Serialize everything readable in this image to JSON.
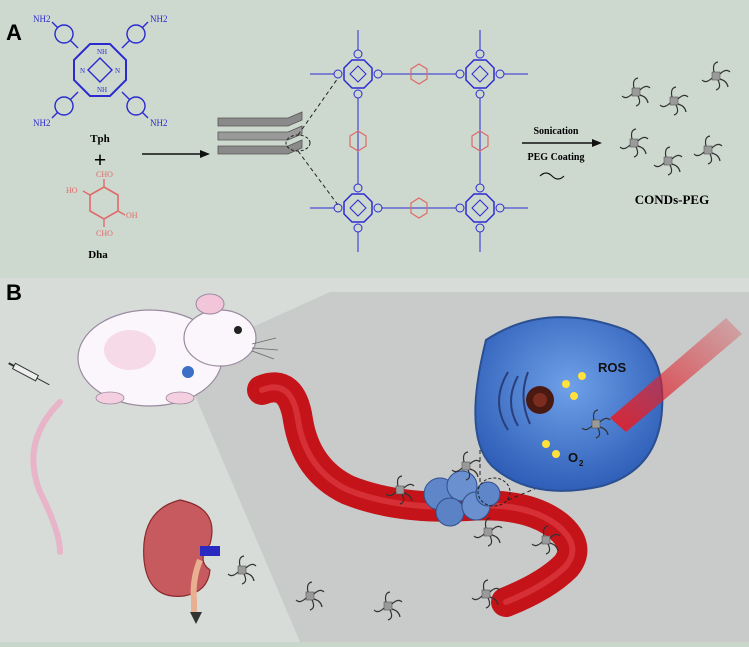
{
  "panels": {
    "a": {
      "label": "A"
    },
    "b": {
      "label": "B"
    }
  },
  "scheme": {
    "monomer1": {
      "name": "Tph",
      "amine": "NH2",
      "nh": "NH",
      "n": "N",
      "color": "#2b2bd0"
    },
    "plus": "+",
    "monomer2": {
      "name": "Dha",
      "cho": "CHO",
      "ho": "HO",
      "oh": "OH",
      "color": "#e06a6a"
    },
    "step_top": "Sonication",
    "step_bottom": "PEG Coating",
    "product": "CONDs-PEG"
  },
  "biology": {
    "ros": "ROS",
    "o2": "O",
    "o2_sub": "2"
  },
  "colors": {
    "background": "#c9d6cc",
    "vessel": "#c4141a",
    "cell": "#4a7fd4",
    "kidney": "#c65a5e",
    "laser": "#e0202a",
    "nanoparticle": "#8a8a8a"
  }
}
